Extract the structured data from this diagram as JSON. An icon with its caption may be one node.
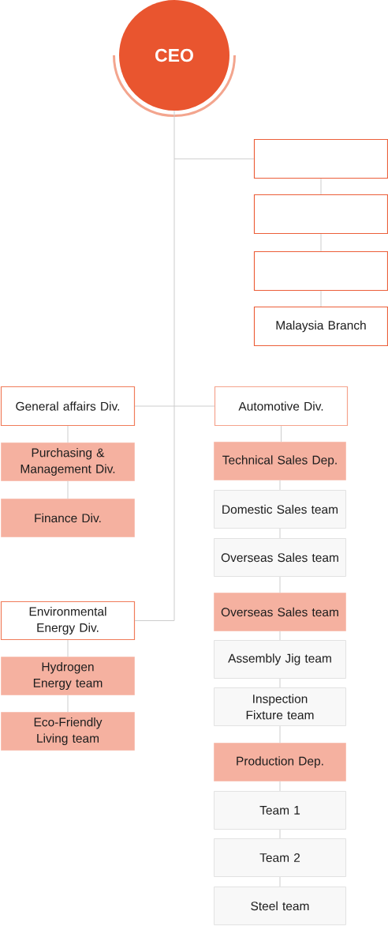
{
  "diagram": {
    "nodes": [
      {
        "text": [
          "CEO"
        ]
      },
      {
        "text": [],
        "shape": "box"
      },
      {
        "text": [],
        "shape": "box"
      },
      {
        "text": [],
        "shape": "box"
      },
      {
        "text": [
          "Malaysia Branch"
        ]
      },
      {
        "text": [
          "General affairs Div."
        ]
      },
      {
        "text": [
          "Purchasing & Management Div."
        ]
      },
      {
        "text": [
          "Finance Div."
        ]
      },
      {
        "text": [
          "Automotive Div."
        ]
      },
      {
        "text": [
          "Technical Sales Dep."
        ]
      },
      {
        "text": [
          "Domestic Sales team"
        ]
      },
      {
        "text": [
          "Overseas Sales team"
        ]
      },
      {
        "text": [
          "Overseas Sales team"
        ]
      },
      {
        "text": [
          "Assembly Jig team"
        ]
      },
      {
        "text": [
          "Inspection Fixture team"
        ]
      },
      {
        "text": [
          "Production Dep."
        ]
      },
      {
        "text": [
          "Team 1"
        ]
      },
      {
        "text": [
          "Team 2"
        ]
      },
      {
        "text": [
          "Steel team"
        ]
      },
      {
        "text": [
          "Environmental Energy Div."
        ]
      },
      {
        "text": [
          "Hydrogen Energy team"
        ]
      },
      {
        "text": [
          "Eco-Friendly Living team"
        ]
      }
    ],
    "edges": [
      {
        "from": 0,
        "to": 1,
        "arrow": "none"
      },
      {
        "from": 1,
        "to": 2,
        "arrow": "none"
      },
      {
        "from": 2,
        "to": 3,
        "arrow": "none"
      },
      {
        "from": 3,
        "to": 4,
        "arrow": "none"
      },
      {
        "from": 0,
        "to": 5,
        "arrow": "none"
      },
      {
        "from": 5,
        "to": 6,
        "arrow": "none"
      },
      {
        "from": 6,
        "to": 7,
        "arrow": "none"
      },
      {
        "from": 0,
        "to": 8,
        "arrow": "none"
      },
      {
        "from": 8,
        "to": 9,
        "arrow": "none"
      },
      {
        "from": 9,
        "to": 10,
        "arrow": "none"
      },
      {
        "from": 10,
        "to": 11,
        "arrow": "none"
      },
      {
        "from": 11,
        "to": 12,
        "arrow": "none"
      },
      {
        "from": 12,
        "to": 13,
        "arrow": "none"
      },
      {
        "from": 13,
        "to": 14,
        "arrow": "none"
      },
      {
        "from": 14,
        "to": 15,
        "arrow": "none"
      },
      {
        "from": 15,
        "to": 16,
        "arrow": "none"
      },
      {
        "from": 16,
        "to": 17,
        "arrow": "none"
      },
      {
        "from": 17,
        "to": 18,
        "arrow": "none"
      },
      {
        "from": 0,
        "to": 19,
        "arrow": "none"
      },
      {
        "from": 19,
        "to": 20,
        "arrow": "none"
      },
      {
        "from": 20,
        "to": 21,
        "arrow": "none"
      }
    ]
  }
}
